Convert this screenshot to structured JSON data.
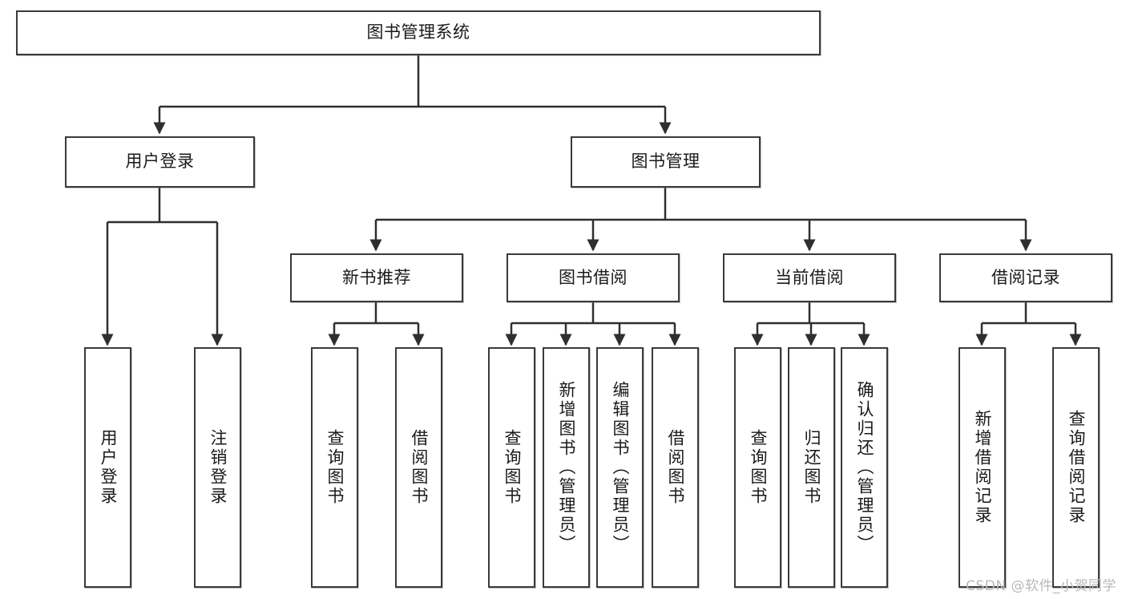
{
  "diagram": {
    "title": "图书管理系统",
    "type": "tree-structure-chart",
    "colors": {
      "node_border": "#3a3a3a",
      "node_fill": "#ffffff",
      "edge": "#2f2f2f",
      "text": "#1a1a1a",
      "watermark": "#b9b9b9"
    },
    "root": {
      "label": "图书管理系统"
    },
    "level2": [
      {
        "label": "用户登录"
      },
      {
        "label": "图书管理"
      }
    ],
    "level3": [
      {
        "label": "新书推荐"
      },
      {
        "label": "图书借阅"
      },
      {
        "label": "当前借阅"
      },
      {
        "label": "借阅记录"
      }
    ],
    "leaves": {
      "user_login": [
        {
          "label": "用户登录"
        },
        {
          "label": "注销登录"
        }
      ],
      "new_book": [
        {
          "label": "查询图书"
        },
        {
          "label": "借阅图书"
        }
      ],
      "book_borrow": [
        {
          "label": "查询图书"
        },
        {
          "label": "新增图书（管理员）"
        },
        {
          "label": "编辑图书（管理员）"
        },
        {
          "label": "借阅图书"
        }
      ],
      "current_borrow": [
        {
          "label": "查询图书"
        },
        {
          "label": "归还图书"
        },
        {
          "label": "确认归还（管理员）"
        }
      ],
      "borrow_record": [
        {
          "label": "新增借阅记录"
        },
        {
          "label": "查询借阅记录"
        }
      ]
    },
    "watermark": "CSDN @软件_小贺同学"
  }
}
